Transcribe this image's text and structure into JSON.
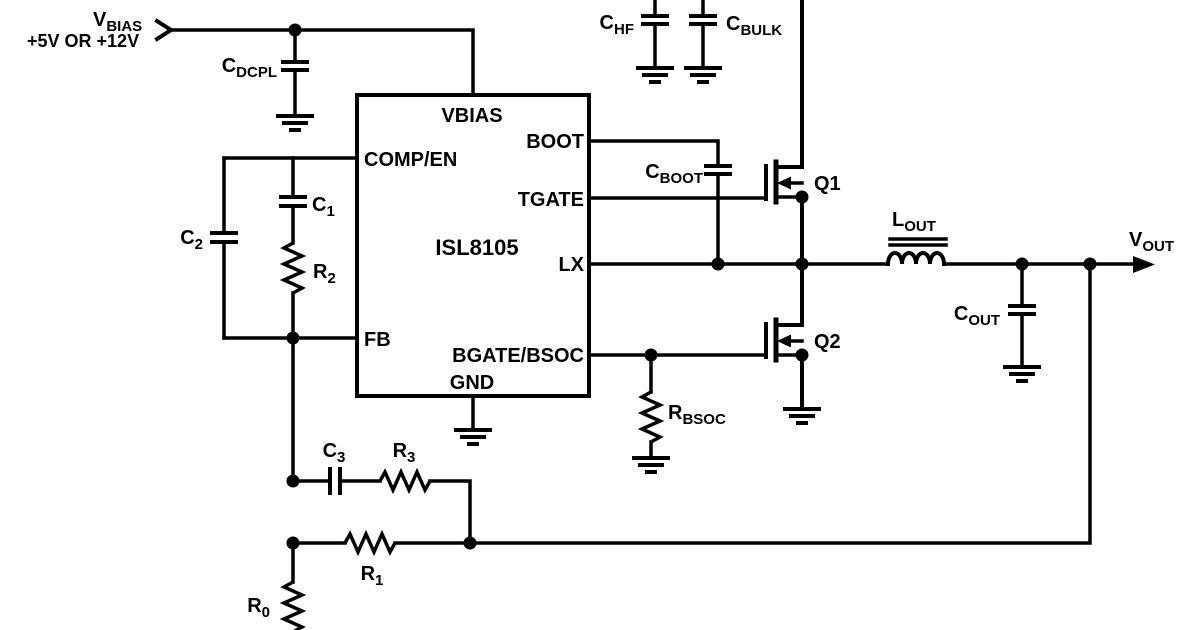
{
  "schematic": {
    "kind": "circuit-schematic",
    "background": "#ffffff",
    "ink": "#000000"
  },
  "input_rail": {
    "name_main": "V",
    "name_sub": "BIAS",
    "voltage_note": "+5V OR +12V"
  },
  "ic": {
    "part_number": "ISL8105",
    "pins": {
      "vbias": "VBIAS",
      "boot": "BOOT",
      "comp_en": "COMP/EN",
      "tgate": "TGATE",
      "lx": "LX",
      "fb": "FB",
      "bgate_bsoc": "BGATE/BSOC",
      "gnd": "GND"
    }
  },
  "components": {
    "cdcpl": {
      "main": "C",
      "sub": "DCPL"
    },
    "chf": {
      "main": "C",
      "sub": "HF"
    },
    "cbulk": {
      "main": "C",
      "sub": "BULK"
    },
    "cboot": {
      "main": "C",
      "sub": "BOOT"
    },
    "q1": {
      "label": "Q1"
    },
    "q2": {
      "label": "Q2"
    },
    "rbsoc": {
      "main": "R",
      "sub": "BSOC"
    },
    "lout": {
      "main": "L",
      "sub": "OUT"
    },
    "cout": {
      "main": "C",
      "sub": "OUT"
    },
    "vout": {
      "main": "V",
      "sub": "OUT"
    },
    "c1": {
      "main": "C",
      "sub": "1"
    },
    "c2": {
      "main": "C",
      "sub": "2"
    },
    "c3": {
      "main": "C",
      "sub": "3"
    },
    "r0": {
      "main": "R",
      "sub": "0"
    },
    "r1": {
      "main": "R",
      "sub": "1"
    },
    "r2": {
      "main": "R",
      "sub": "2"
    },
    "r3": {
      "main": "R",
      "sub": "3"
    }
  }
}
